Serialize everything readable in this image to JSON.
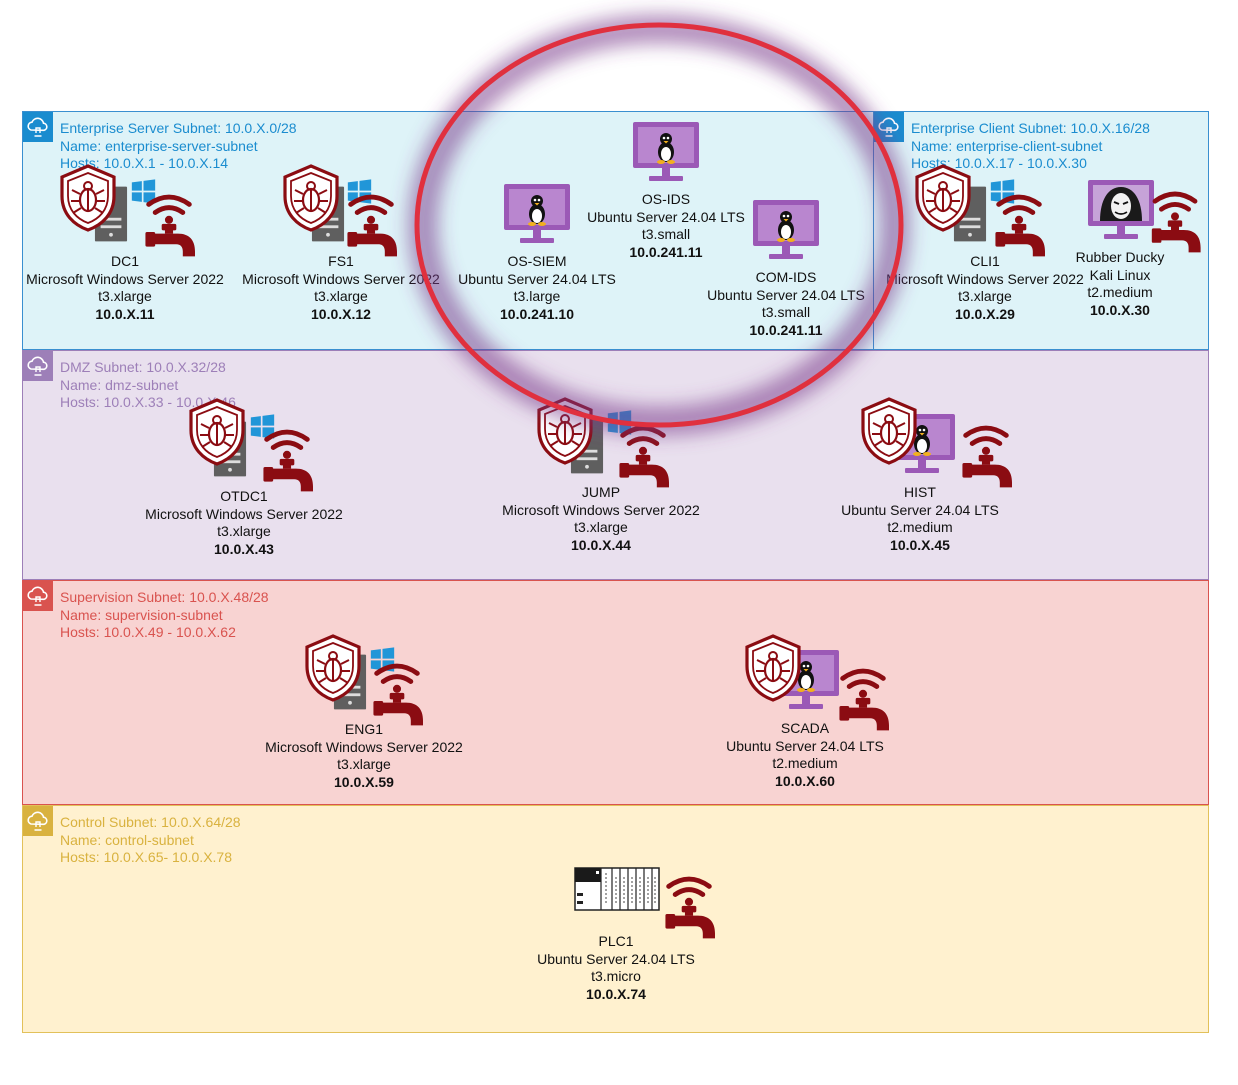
{
  "subnets": {
    "enterprise_server": {
      "line1": "Enterprise Server Subnet: 10.0.X.0/28",
      "line2": "Name: enterprise-server-subnet",
      "line3": "Hosts: 10.0.X.1 - 10.0.X.14",
      "color": "#1a8ccf"
    },
    "enterprise_client": {
      "line1": "Enterprise Client Subnet: 10.0.X.16/28",
      "line2": "Name: enterprise-client-subnet",
      "line3": "Hosts: 10.0.X.17 - 10.0.X.30",
      "color": "#1a8ccf"
    },
    "dmz": {
      "line1": "DMZ Subnet: 10.0.X.32/28",
      "line2": "Name: dmz-subnet",
      "line3": "Hosts: 10.0.X.33 - 10.0.X.46",
      "color": "#9d7fb8"
    },
    "supervision": {
      "line1": "Supervision Subnet: 10.0.X.48/28",
      "line2": "Name: supervision-subnet",
      "line3": "Hosts: 10.0.X.49 - 10.0.X.62",
      "color": "#d9534f"
    },
    "control": {
      "line1": "Control Subnet: 10.0.X.64/28",
      "line2": "Name: control-subnet",
      "line3": "Hosts: 10.0.X.65- 10.0.X.78",
      "color": "#d9b23f"
    }
  },
  "nodes": {
    "dc1": {
      "name": "DC1",
      "os": "Microsoft Windows Server 2022",
      "type": "t3.xlarge",
      "ip": "10.0.X.11"
    },
    "fs1": {
      "name": "FS1",
      "os": "Microsoft Windows Server 2022",
      "type": "t3.xlarge",
      "ip": "10.0.X.12"
    },
    "os_siem": {
      "name": "OS-SIEM",
      "os": "Ubuntu Server 24.04 LTS",
      "type": "t3.large",
      "ip": "10.0.241.10"
    },
    "os_ids": {
      "name": "OS-IDS",
      "os": "Ubuntu Server 24.04 LTS",
      "type": "t3.small",
      "ip": "10.0.241.11"
    },
    "com_ids": {
      "name": "COM-IDS",
      "os": "Ubuntu Server 24.04 LTS",
      "type": "t3.small",
      "ip": "10.0.241.11"
    },
    "cli1": {
      "name": "CLI1",
      "os": "Microsoft Windows Server 2022",
      "type": "t3.xlarge",
      "ip": "10.0.X.29"
    },
    "rubber_ducky": {
      "name": "Rubber Ducky",
      "os": "Kali Linux",
      "type": "t2.medium",
      "ip": "10.0.X.30"
    },
    "otdc1": {
      "name": "OTDC1",
      "os": "Microsoft Windows Server 2022",
      "type": "t3.xlarge",
      "ip": "10.0.X.43"
    },
    "jump": {
      "name": "JUMP",
      "os": "Microsoft Windows Server 2022",
      "type": "t3.xlarge",
      "ip": "10.0.X.44"
    },
    "hist": {
      "name": "HIST",
      "os": "Ubuntu Server 24.04 LTS",
      "type": "t2.medium",
      "ip": "10.0.X.45"
    },
    "eng1": {
      "name": "ENG1",
      "os": "Microsoft Windows Server 2022",
      "type": "t3.xlarge",
      "ip": "10.0.X.59"
    },
    "scada": {
      "name": "SCADA",
      "os": "Ubuntu Server 24.04 LTS",
      "type": "t2.medium",
      "ip": "10.0.X.60"
    },
    "plc1": {
      "name": "PLC1",
      "os": "Ubuntu Server 24.04 LTS",
      "type": "t3.micro",
      "ip": "10.0.X.74"
    }
  },
  "colors": {
    "ring": "#e0303e",
    "ring_glow": "#7a3a8a",
    "maroon": "#8b0c12",
    "monitor": "#9b59b6",
    "windows": "#2196d8"
  }
}
